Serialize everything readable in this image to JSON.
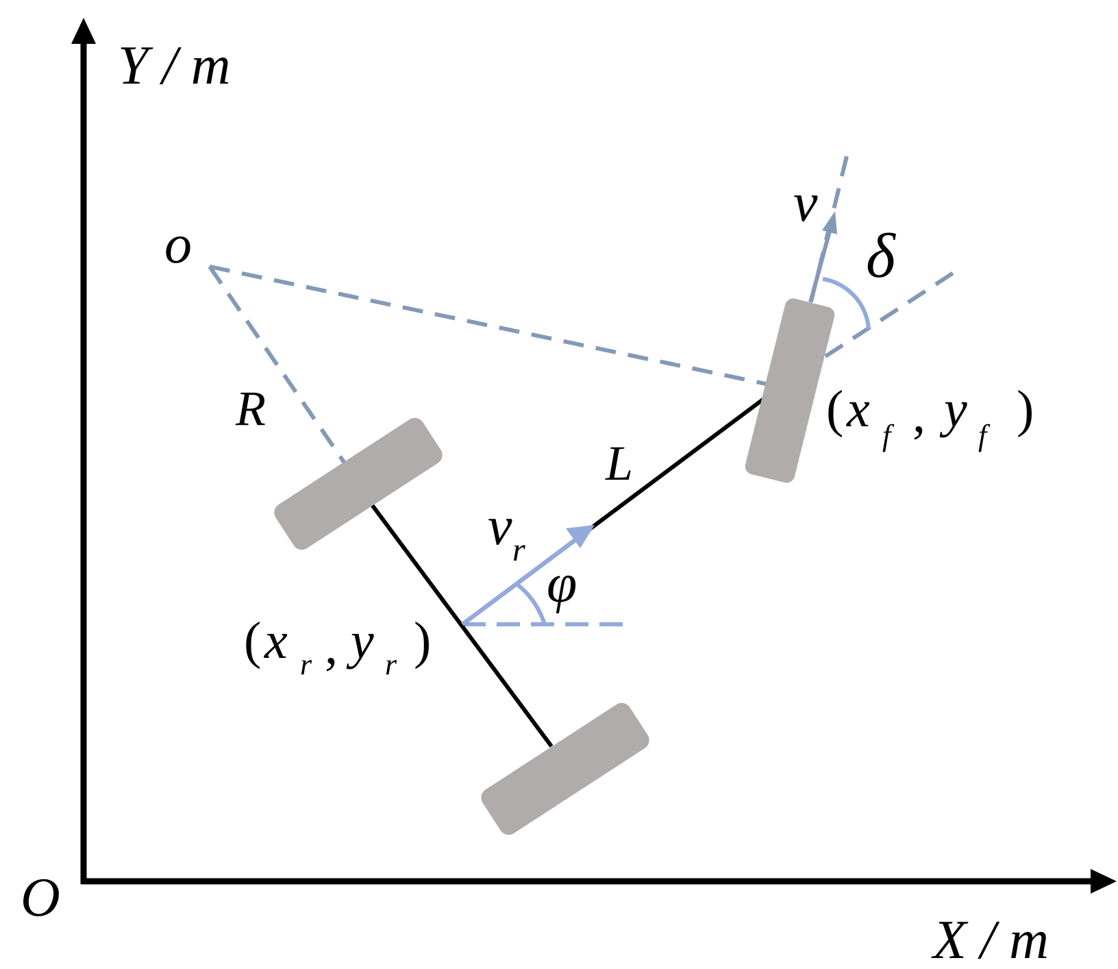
{
  "diagram": {
    "axes": {
      "origin_label": "O",
      "x_label": "X / m",
      "y_label": "Y / m"
    },
    "labels": {
      "center_of_rotation": "o",
      "radius": "R",
      "wheelbase": "L",
      "front_velocity": "v",
      "steering_angle": "δ",
      "rear_velocity_main": "v",
      "rear_velocity_sub": "r",
      "heading_angle": "φ",
      "front_point": {
        "open": "(",
        "x_main": "x",
        "x_sub": "f",
        "comma": ",",
        "y_main": "y",
        "y_sub": "f",
        "close": ")"
      },
      "rear_point": {
        "open": "(",
        "x_main": "x",
        "x_sub": "r",
        "comma": ",",
        "y_main": "y",
        "y_sub": "r",
        "close": ")"
      }
    },
    "colors": {
      "axis": "#000000",
      "body_line": "#000000",
      "wheel": "#afacab",
      "dashed_grey_blue": "#8499b6",
      "dashed_light_blue": "#93aadc",
      "arrow_rear_velocity": "#93aadc",
      "arrow_front_velocity": "#8499b6",
      "angle_arc": "#93aadc"
    }
  }
}
